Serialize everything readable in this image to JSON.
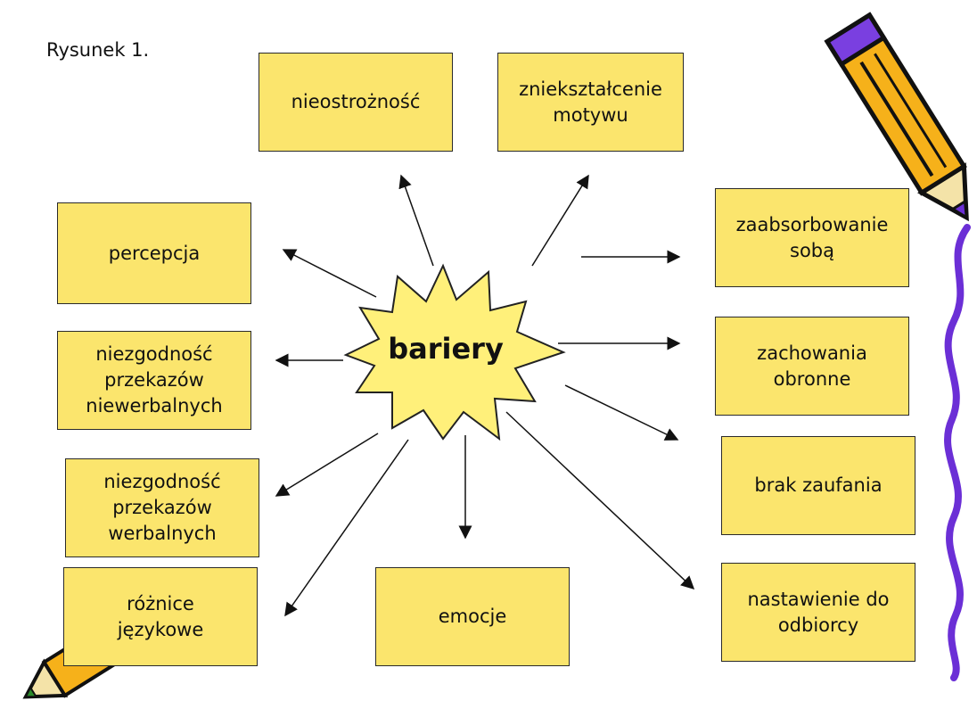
{
  "caption": "Rysunek 1.",
  "center": "bariery",
  "boxes": {
    "nieostroznosc": "nieostrożność",
    "znieksztalcenie": "zniekształcenie\nmotywu",
    "percepcja": "percepcja",
    "zaabsorbowanie": "zaabsorbowanie\nsobą",
    "niezgodnosc_niewerbalnych": "niezgodność\nprzekazów\nniewerbalnych",
    "zachowania": "zachowania\nobronne",
    "niezgodnosc_werbalnych": "niezgodność\nprzekazów\nwerbalnych",
    "brak_zaufania": "brak zaufania",
    "roznice": "różnice\njęzykowe",
    "emocje": "emocje",
    "nastawienie": "nastawienie do\nodbiorcy"
  },
  "colors": {
    "box_fill": "#fbe56d",
    "star_fill": "#fff07a",
    "pencil_body": "#f6b11a",
    "squiggle": "#6b2fd6"
  }
}
